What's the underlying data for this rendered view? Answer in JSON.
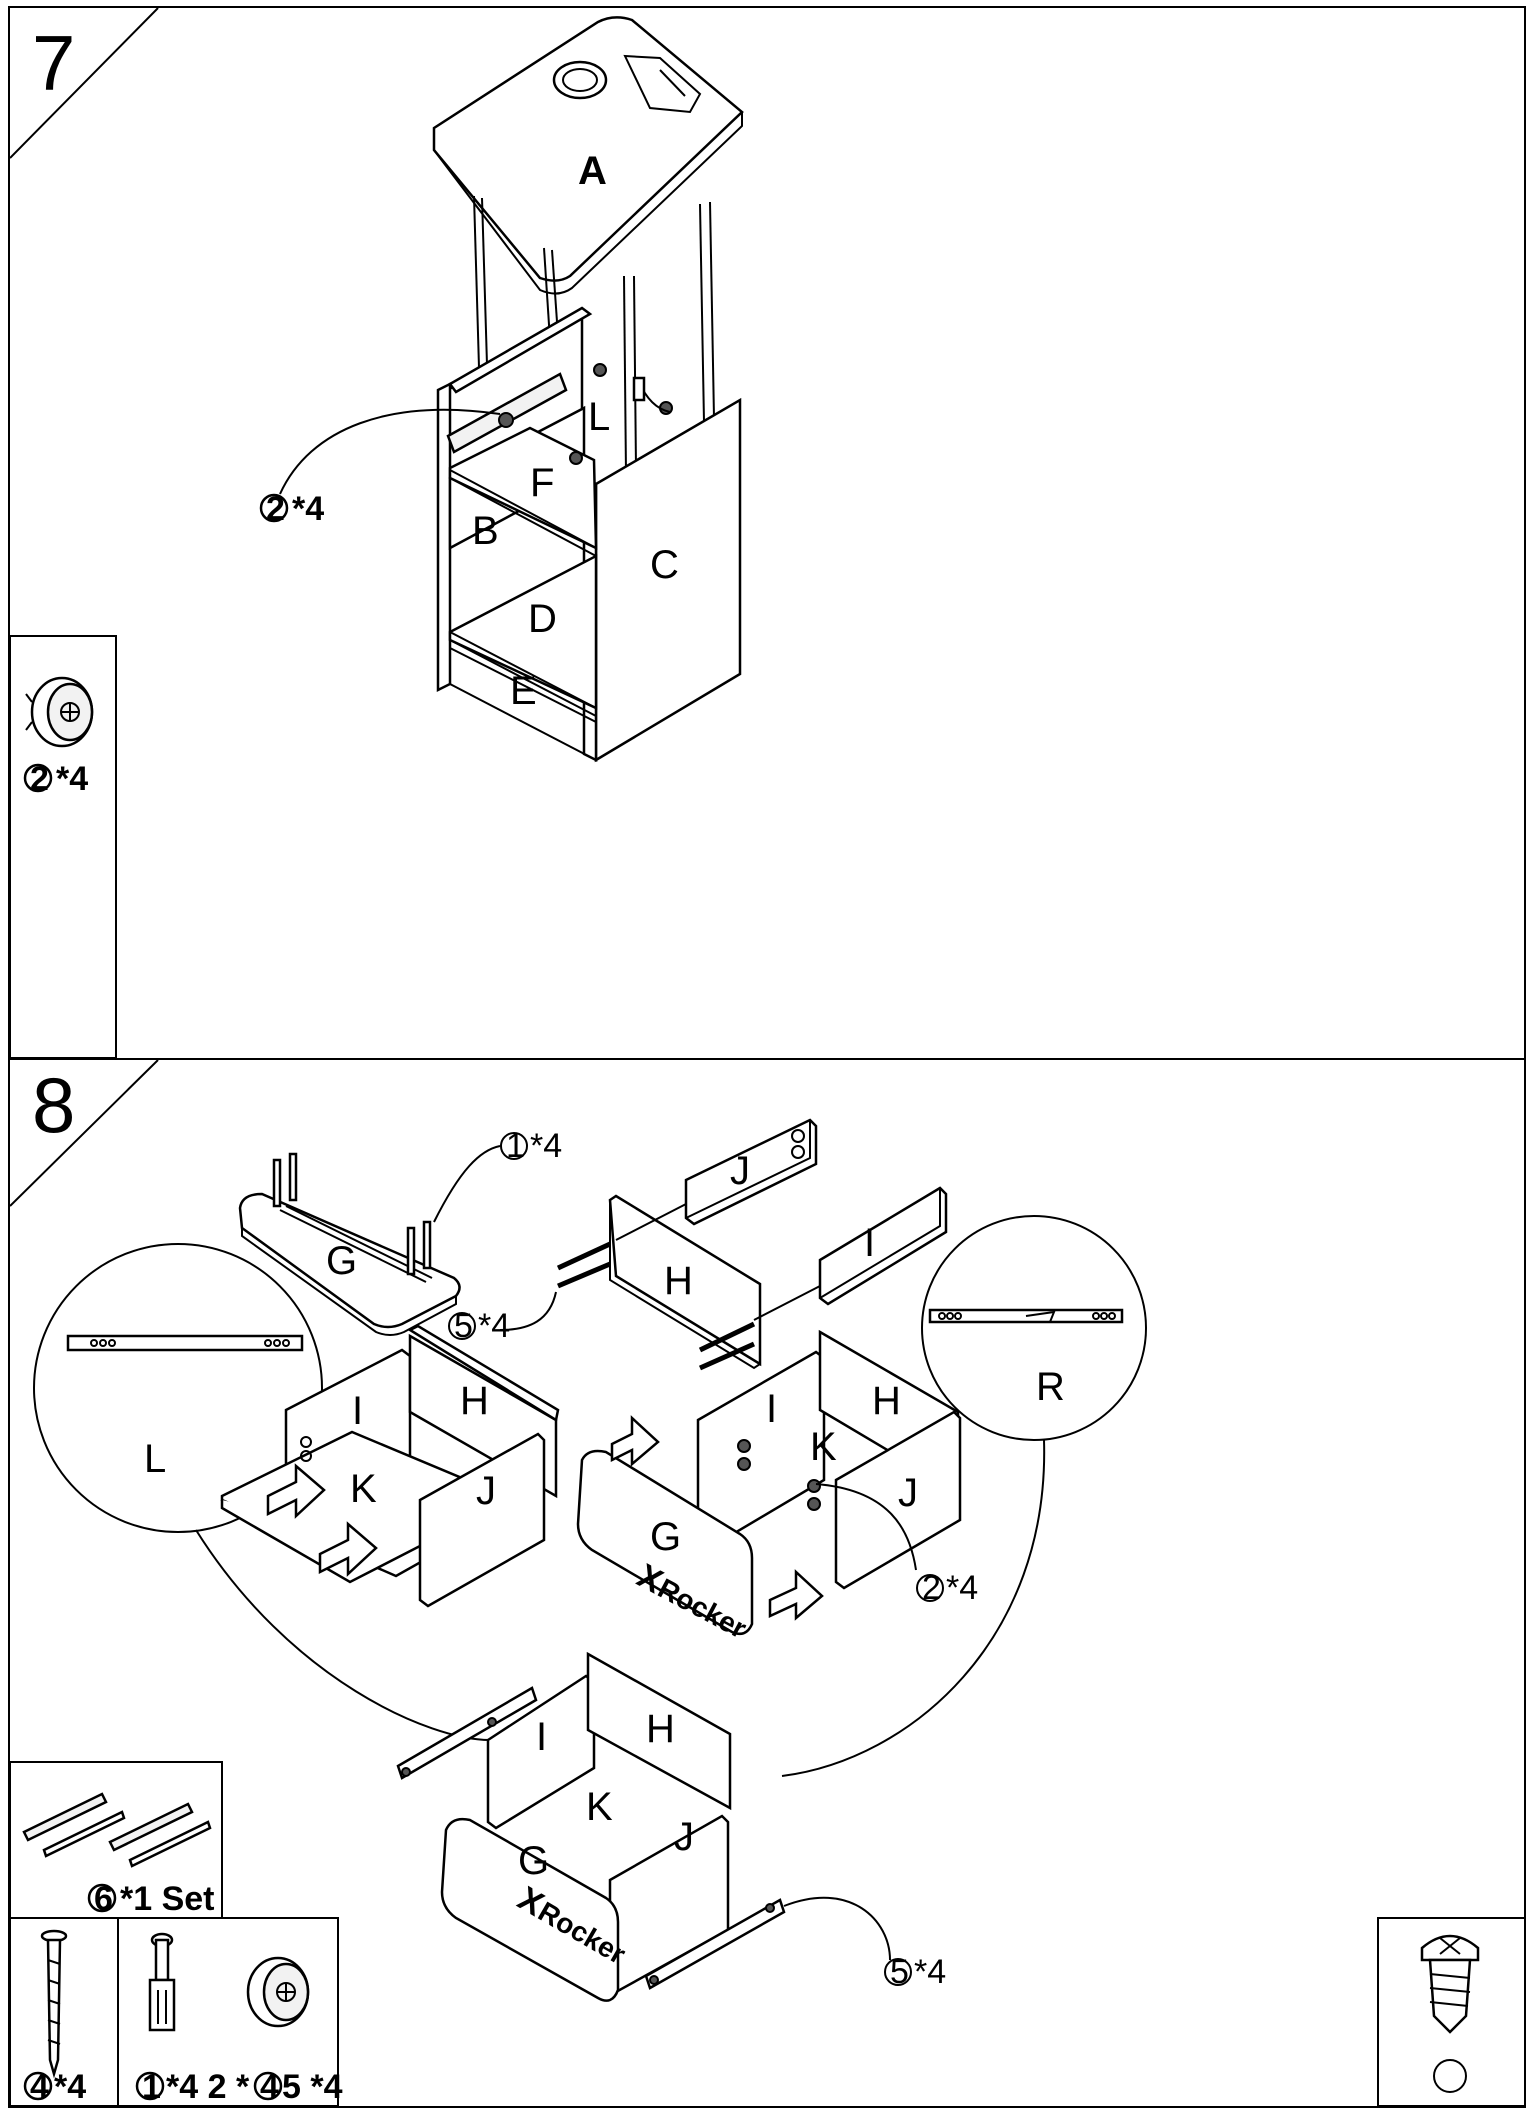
{
  "steps": [
    {
      "number": "7",
      "part_labels": {
        "a": "A",
        "b": "B",
        "c": "C",
        "d": "D",
        "e": "E",
        "f": "F",
        "l": "L"
      },
      "callout": {
        "id": "2",
        "qty": "*4"
      },
      "hardware": [
        {
          "id": "2",
          "qty": "*4",
          "icon": "cam-lock-icon"
        }
      ]
    },
    {
      "number": "8",
      "part_labels": {
        "g": "G",
        "h": "H",
        "i": "I",
        "j": "J",
        "k": "K",
        "l": "L",
        "r": "R"
      },
      "callouts": [
        {
          "id": "1",
          "qty": "*4"
        },
        {
          "id": "5",
          "qty": "*4"
        },
        {
          "id": "2",
          "qty": "*4"
        },
        {
          "id": "5",
          "qty": "*4"
        }
      ],
      "brand": {
        "line1": "X",
        "line2": "Rocker"
      },
      "hardware": [
        {
          "id": "6",
          "qty": "*1 Set",
          "icon": "drawer-slide-icon"
        },
        {
          "id": "4",
          "qty": "*4",
          "icon": "long-screw-icon"
        },
        {
          "id": "1",
          "qty": "*4",
          "icon": "cam-bolt-icon"
        },
        {
          "id": "2",
          "qty": "*4",
          "icon": "cam-lock-icon"
        },
        {
          "id": "5",
          "qty": "*4",
          "icon": "short-screw-icon"
        }
      ],
      "bottom_row_text": {
        "a": "4",
        "b": "*4",
        "c": "1",
        "d": "*4 2 *",
        "e": "4",
        "f": "5 *4"
      }
    }
  ]
}
